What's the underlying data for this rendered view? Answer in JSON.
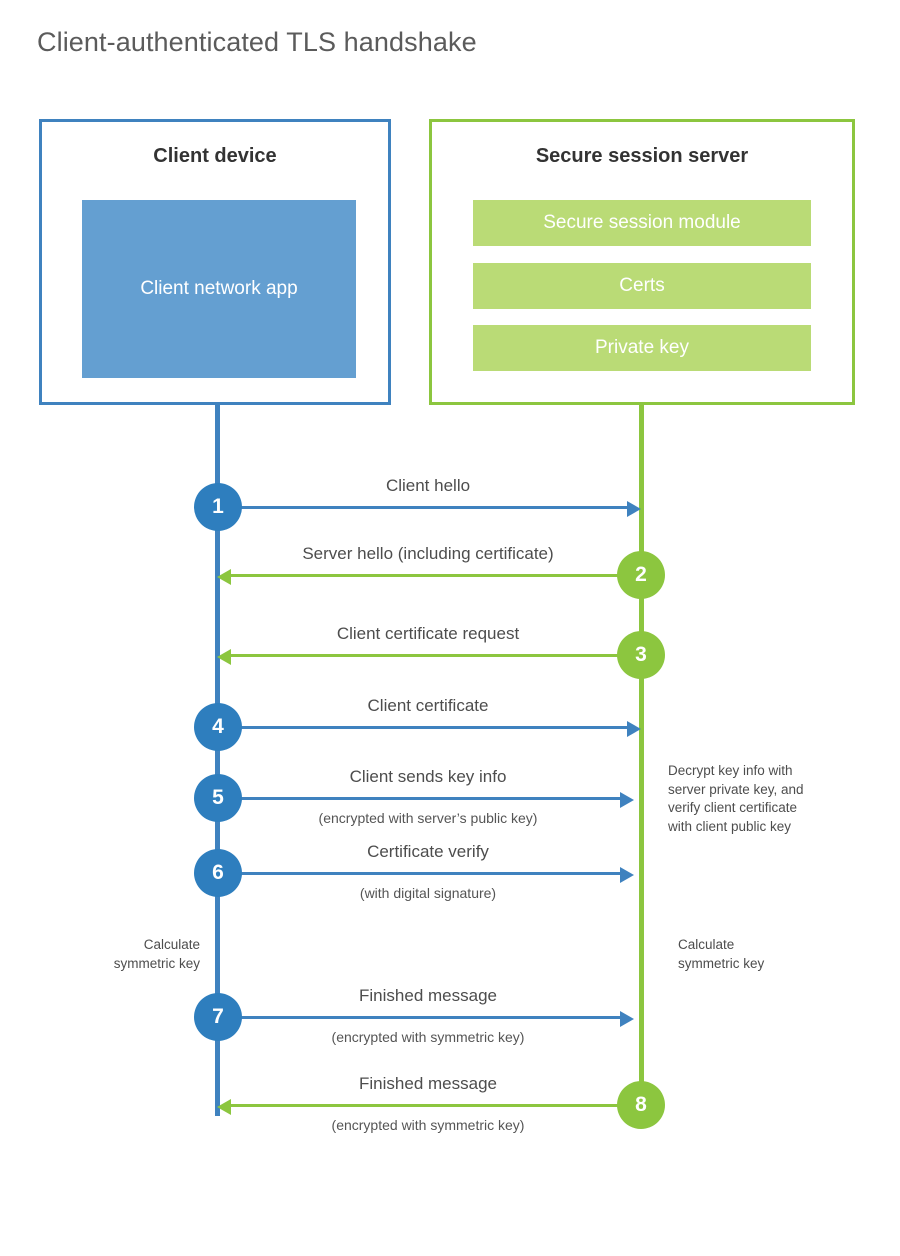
{
  "title": "Client-authenticated TLS handshake",
  "colors": {
    "blue_border": "#3f82bf",
    "blue_fill": "#649fd1",
    "blue_marker": "#2e7ebe",
    "green_border": "#8cc63f",
    "green_fill": "#badb76",
    "title_text": "#5b5b5b",
    "body_text": "#4d4d4d",
    "background": "#ffffff"
  },
  "actors": {
    "client": {
      "title": "Client device",
      "blocks": [
        {
          "label": "Client network app"
        }
      ]
    },
    "server": {
      "title": "Secure session server",
      "blocks": [
        {
          "label": "Secure session module"
        },
        {
          "label": "Certs"
        },
        {
          "label": "Private key"
        }
      ]
    }
  },
  "steps": [
    {
      "number": "1",
      "label": "Client hello",
      "sub": "",
      "direction": "client-to-server",
      "color": "blue",
      "marker_side": "client"
    },
    {
      "number": "2",
      "label": "Server hello (including certificate)",
      "sub": "",
      "direction": "server-to-client",
      "color": "green",
      "marker_side": "server"
    },
    {
      "number": "3",
      "label": "Client certificate request",
      "sub": "",
      "direction": "server-to-client",
      "color": "green",
      "marker_side": "server"
    },
    {
      "number": "4",
      "label": "Client certificate",
      "sub": "",
      "direction": "client-to-server",
      "color": "blue",
      "marker_side": "client"
    },
    {
      "number": "5",
      "label": "Client sends key info",
      "sub": "(encrypted with server’s public key)",
      "direction": "client-to-server",
      "color": "blue",
      "marker_side": "client"
    },
    {
      "number": "6",
      "label": "Certificate verify",
      "sub": "(with digital signature)",
      "direction": "client-to-server",
      "color": "blue",
      "marker_side": "client"
    },
    {
      "number": "7",
      "label": "Finished message",
      "sub": "(encrypted with symmetric key)",
      "direction": "client-to-server",
      "color": "blue",
      "marker_side": "client"
    },
    {
      "number": "8",
      "label": "Finished message",
      "sub": "(encrypted with symmetric key)",
      "direction": "server-to-client",
      "color": "green",
      "marker_side": "server"
    }
  ],
  "annotations": {
    "server_decrypt": {
      "line1": "Decrypt key info with",
      "line2": "server private key, and",
      "line3": "verify client certificate",
      "line4": "with client public key"
    },
    "client_calc": {
      "line1": "Calculate",
      "line2": "symmetric key"
    },
    "server_calc": {
      "line1": "Calculate",
      "line2": "symmetric key"
    }
  }
}
